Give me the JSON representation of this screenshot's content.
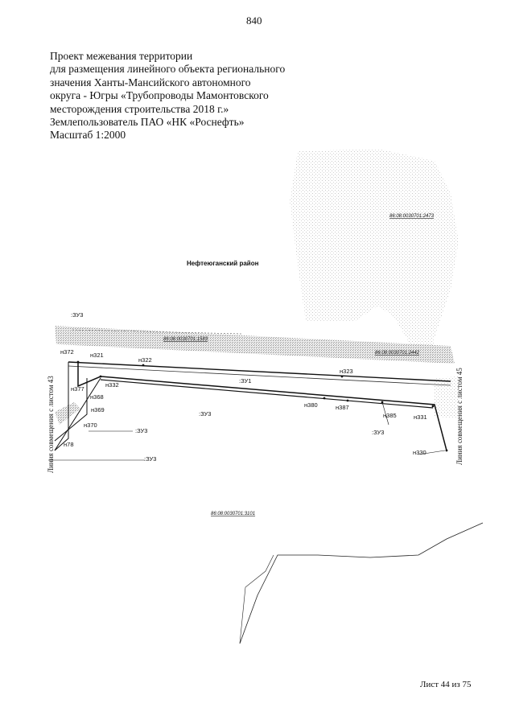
{
  "page_number": "840",
  "title_lines": [
    "Проект межевания территории",
    "для размещения линейного объекта регионального",
    "значения Ханты-Мансийского автономного",
    "округа - Югры «Трубопроводы Мамонтовского",
    "месторождения строительства 2018 г.»",
    "Землепользователь ПАО «НК «Роснефть»",
    "Масштаб 1:2000"
  ],
  "district": "Нефтеюганский район",
  "cadastral_numbers": {
    "c2473": "86:08:0030701:2473",
    "c1583": "86:08:0030701:1583",
    "c2442": "86:08:0030701:2442",
    "c3101": "86:08:0030701:3101"
  },
  "parcels": {
    "zu1": ":ЗУ1",
    "zu3_top": ":ЗУ3",
    "zu3_mid": ":ЗУ3",
    "zu3_left": ":ЗУ3",
    "zu3_bottom": ":ЗУ3",
    "zu3_right": ":ЗУ3"
  },
  "points": {
    "n372": "н372",
    "n321": "н321",
    "n322": "н322",
    "n323": "н323",
    "n377": "н377",
    "n332": "н332",
    "n368": "н368",
    "n369": "н369",
    "n370": "н370",
    "n378": "н78",
    "n380": "н380",
    "n387": "н387",
    "n385": "н385",
    "n331": "н331",
    "n330": "н330"
  },
  "side_labels": {
    "left": "Линия совмещения с листом 43",
    "right": "Линия совмещения с листом 45"
  },
  "footer": "Лист 44 из 75"
}
